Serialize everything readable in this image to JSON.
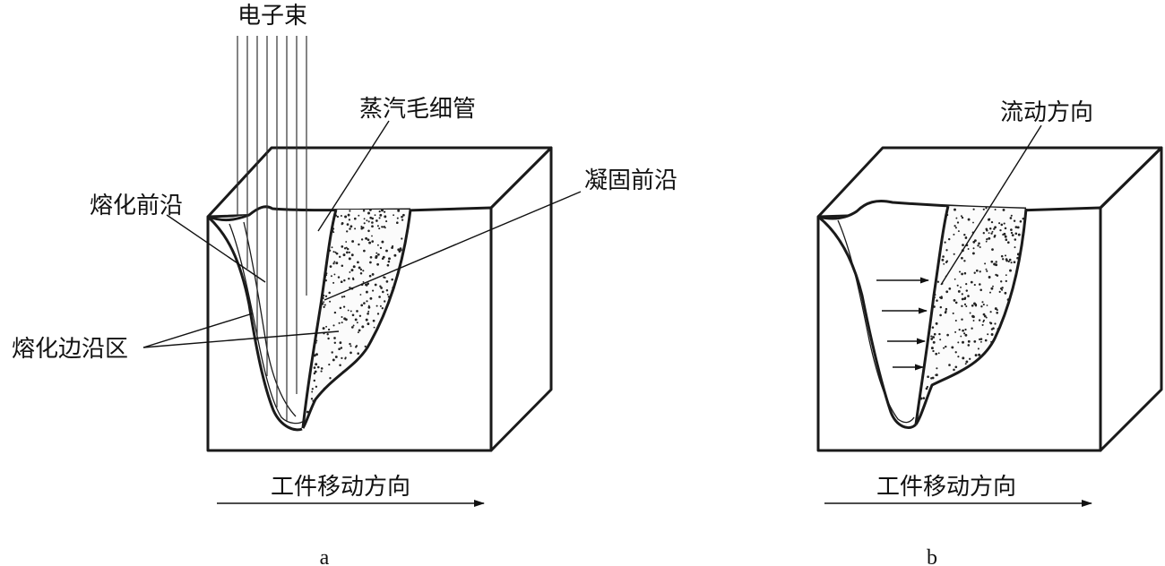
{
  "panel_a": {
    "beam_label": "电子束",
    "capillary_label": "蒸汽毛细管",
    "melt_front_label": "熔化前沿",
    "solid_front_label": "凝固前沿",
    "melt_edge_label": "熔化边沿区",
    "motion_label": "工件移动方向",
    "caption": "a"
  },
  "panel_b": {
    "flow_label": "流动方向",
    "motion_label": "工件移动方向",
    "caption": "b"
  }
}
